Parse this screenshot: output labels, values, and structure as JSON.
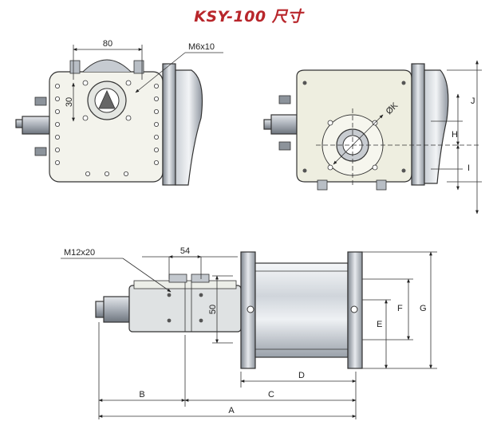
{
  "title": "KSY-100 尺寸",
  "front_view": {
    "dim_80": "80",
    "dim_30": "30",
    "thread_label": "M6x10"
  },
  "rear_view": {
    "dim_k": "ØK",
    "dim_j": "J",
    "dim_h": "H",
    "dim_i": "I"
  },
  "side_view": {
    "thread_label": "M12x20",
    "dim_54": "54",
    "dim_50": "50",
    "dim_a": "A",
    "dim_b": "B",
    "dim_c": "C",
    "dim_d": "D",
    "dim_e": "E",
    "dim_f": "F",
    "dim_g": "G"
  },
  "colors": {
    "title": "#b8262b",
    "body_fill": "#f3f3ec",
    "steel": "#d9dde2",
    "steel_dark": "#8a9099",
    "line": "#333333"
  }
}
